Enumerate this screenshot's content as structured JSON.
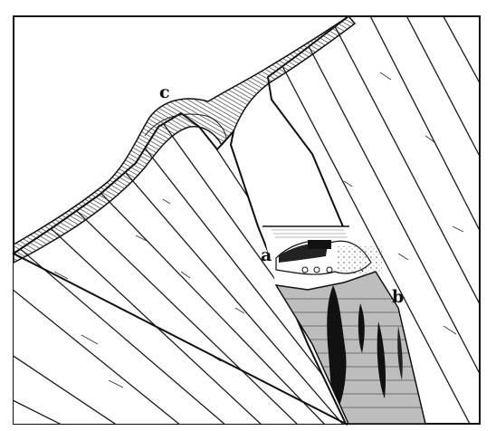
{
  "figure": {
    "labels": {
      "a": "a",
      "b": "b",
      "c": "c"
    },
    "colors": {
      "ink": "#111111",
      "paper": "#ffffff",
      "deposit": "#555555"
    }
  }
}
